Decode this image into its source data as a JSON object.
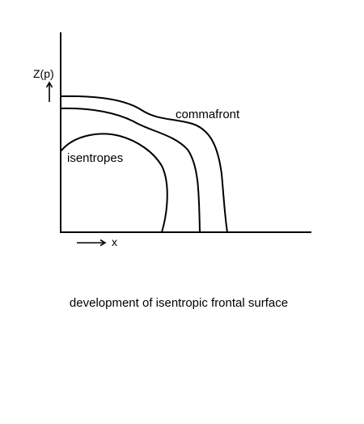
{
  "diagram": {
    "y_axis_label": "Z(p)",
    "x_axis_label": "x",
    "curve_labels": {
      "outer": "commafront",
      "inner": "isentropes"
    },
    "caption": "development of isentropic frontal surface",
    "colors": {
      "line": "#000000",
      "background": "#ffffff"
    }
  }
}
